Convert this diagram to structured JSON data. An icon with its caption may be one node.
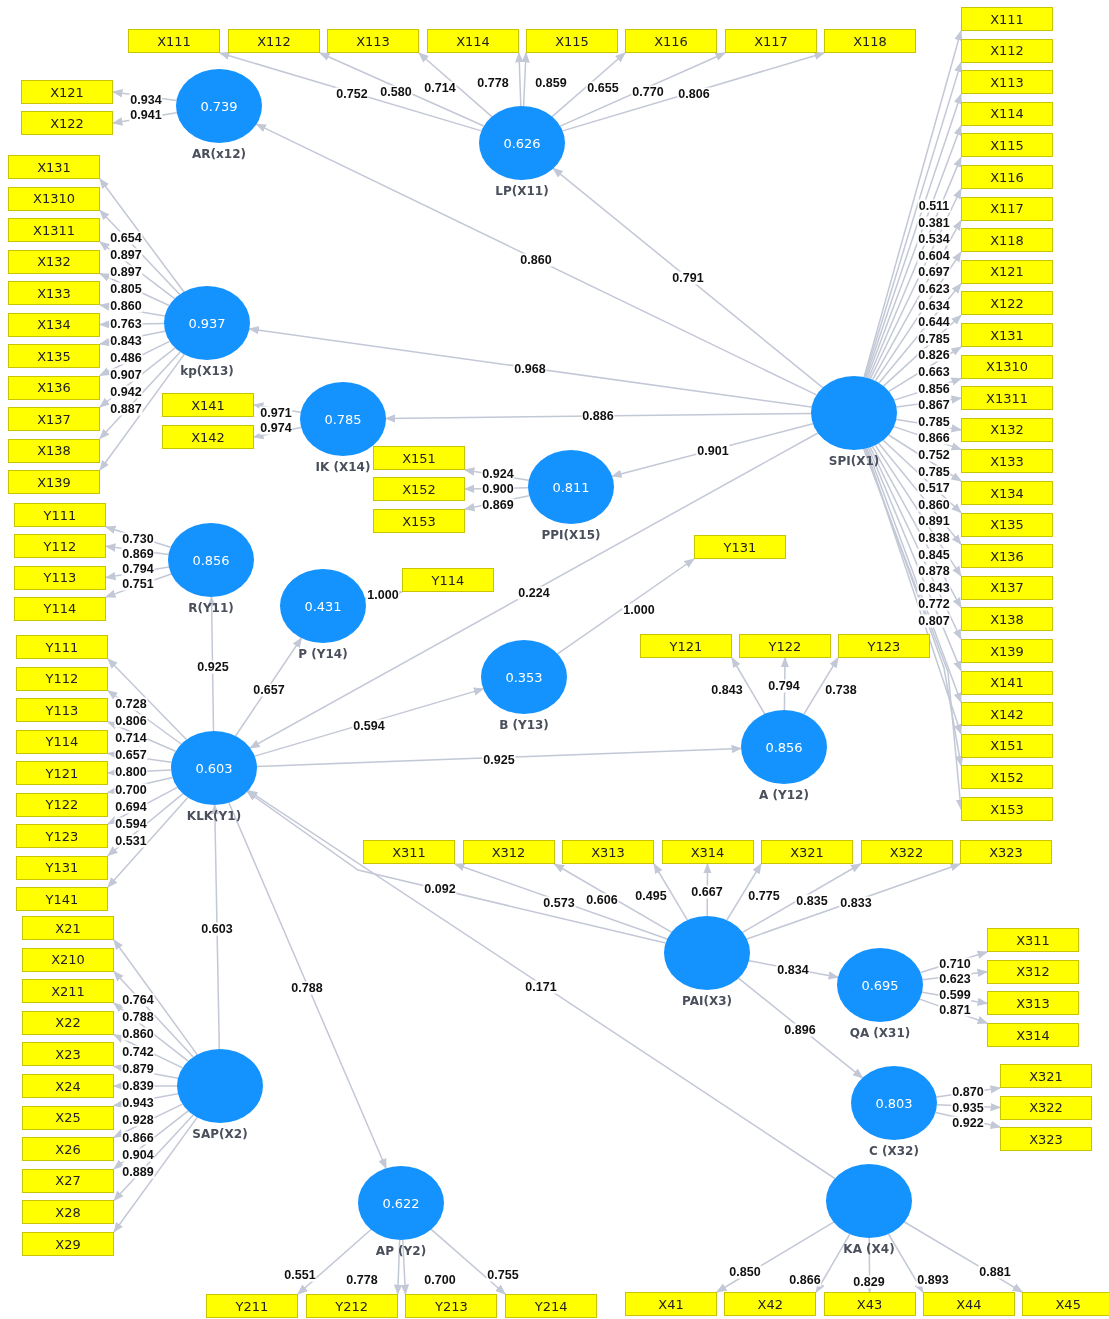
{
  "diagram": {
    "nodes": [
      {
        "text": [
          "X111"
        ]
      },
      {
        "text": [
          "X112"
        ]
      },
      {
        "text": [
          "X113"
        ]
      },
      {
        "text": [
          "X114"
        ]
      },
      {
        "text": [
          "X115"
        ]
      },
      {
        "text": [
          "X116"
        ]
      },
      {
        "text": [
          "X117"
        ]
      },
      {
        "text": [
          "X118"
        ]
      },
      {
        "text": [
          "0.739",
          "AR(x12)"
        ]
      },
      {
        "text": [
          "0.626",
          "LP(X11)"
        ]
      },
      {
        "text": [
          "X111"
        ]
      },
      {
        "text": [
          "X112"
        ]
      },
      {
        "text": [
          "X113"
        ]
      },
      {
        "text": [
          "X114"
        ]
      },
      {
        "text": [
          "X115"
        ]
      },
      {
        "text": [
          "X116"
        ]
      },
      {
        "text": [
          "X117"
        ]
      },
      {
        "text": [
          "X118"
        ]
      },
      {
        "text": [
          "X121"
        ]
      },
      {
        "text": [
          "X122"
        ]
      },
      {
        "text": [
          "X131"
        ]
      },
      {
        "text": [
          "X1310"
        ]
      },
      {
        "text": [
          "X1311"
        ]
      },
      {
        "text": [
          "X132"
        ]
      },
      {
        "text": [
          "X133"
        ]
      },
      {
        "text": [
          "X134"
        ]
      },
      {
        "text": [
          "X135"
        ]
      },
      {
        "text": [
          "X136"
        ]
      },
      {
        "text": [
          "X137"
        ]
      },
      {
        "text": [
          "X138"
        ]
      },
      {
        "text": [
          "X139"
        ]
      },
      {
        "text": [
          "X141"
        ]
      },
      {
        "text": [
          "X142"
        ]
      },
      {
        "text": [
          "X151"
        ]
      },
      {
        "text": [
          "X152"
        ]
      },
      {
        "text": [
          "X153"
        ]
      },
      {
        "text": [
          "X121"
        ]
      },
      {
        "text": [
          "X122"
        ]
      },
      {
        "text": [
          "X131"
        ]
      },
      {
        "text": [
          "X1310"
        ]
      },
      {
        "text": [
          "X1311"
        ]
      },
      {
        "text": [
          "X132"
        ]
      },
      {
        "text": [
          "X133"
        ]
      },
      {
        "text": [
          "X134"
        ]
      },
      {
        "text": [
          "X135"
        ]
      },
      {
        "text": [
          "X136"
        ]
      },
      {
        "text": [
          "X137"
        ]
      },
      {
        "text": [
          "X138"
        ]
      },
      {
        "text": [
          "X139"
        ]
      },
      {
        "text": [
          "0.937",
          "kp(X13)"
        ]
      },
      {
        "text": [
          "X141"
        ]
      },
      {
        "text": [
          "X142"
        ]
      },
      {
        "text": [
          "0.785",
          "IK (X14)"
        ]
      },
      {
        "text": [
          "SPI(X1)"
        ]
      },
      {
        "text": [
          "X151"
        ]
      },
      {
        "text": [
          "X152"
        ]
      },
      {
        "text": [
          "X153"
        ]
      },
      {
        "text": [
          "0.811",
          "PPI(X15)"
        ]
      },
      {
        "text": [
          "Y111"
        ]
      },
      {
        "text": [
          "Y112"
        ]
      },
      {
        "text": [
          "Y113"
        ]
      },
      {
        "text": [
          "Y114"
        ]
      },
      {
        "text": [
          "0.856",
          "R(Y11)"
        ]
      },
      {
        "text": [
          "0.431",
          "P (Y14)"
        ]
      },
      {
        "text": [
          "Y114"
        ]
      },
      {
        "text": [
          "Y131"
        ]
      },
      {
        "text": [
          "0.353",
          "B (Y13)"
        ]
      },
      {
        "text": [
          "Y121"
        ]
      },
      {
        "text": [
          "Y122"
        ]
      },
      {
        "text": [
          "Y123"
        ]
      },
      {
        "text": [
          "0.856",
          "A (Y12)"
        ]
      },
      {
        "text": [
          "Y111"
        ]
      },
      {
        "text": [
          "Y112"
        ]
      },
      {
        "text": [
          "Y113"
        ]
      },
      {
        "text": [
          "Y114"
        ]
      },
      {
        "text": [
          "Y121"
        ]
      },
      {
        "text": [
          "Y122"
        ]
      },
      {
        "text": [
          "Y123"
        ]
      },
      {
        "text": [
          "Y131"
        ]
      },
      {
        "text": [
          "Y141"
        ]
      },
      {
        "text": [
          "0.603",
          "KLK(Y1)"
        ]
      },
      {
        "text": [
          "X311"
        ]
      },
      {
        "text": [
          "X312"
        ]
      },
      {
        "text": [
          "X313"
        ]
      },
      {
        "text": [
          "X314"
        ]
      },
      {
        "text": [
          "X321"
        ]
      },
      {
        "text": [
          "X322"
        ]
      },
      {
        "text": [
          "X323"
        ]
      },
      {
        "text": [
          "PAI(X3)"
        ]
      },
      {
        "text": [
          "0.695",
          "QA (X31)"
        ]
      },
      {
        "text": [
          "X311"
        ]
      },
      {
        "text": [
          "X312"
        ]
      },
      {
        "text": [
          "X313"
        ]
      },
      {
        "text": [
          "X314"
        ]
      },
      {
        "text": [
          "X21"
        ]
      },
      {
        "text": [
          "X210"
        ]
      },
      {
        "text": [
          "X211"
        ]
      },
      {
        "text": [
          "X22"
        ]
      },
      {
        "text": [
          "X23"
        ]
      },
      {
        "text": [
          "X24"
        ]
      },
      {
        "text": [
          "X25"
        ]
      },
      {
        "text": [
          "X26"
        ]
      },
      {
        "text": [
          "X27"
        ]
      },
      {
        "text": [
          "X28"
        ]
      },
      {
        "text": [
          "X29"
        ]
      },
      {
        "text": [
          "SAP(X2)"
        ]
      },
      {
        "text": [
          "0.803",
          "C (X32)"
        ]
      },
      {
        "text": [
          "X321"
        ]
      },
      {
        "text": [
          "X322"
        ]
      },
      {
        "text": [
          "X323"
        ]
      },
      {
        "text": [
          "0.622",
          "AP (Y2)"
        ]
      },
      {
        "text": [
          "KA (X4)"
        ]
      },
      {
        "text": [
          "Y211"
        ]
      },
      {
        "text": [
          "Y212"
        ]
      },
      {
        "text": [
          "Y213"
        ]
      },
      {
        "text": [
          "Y214"
        ]
      },
      {
        "text": [
          "X41"
        ]
      },
      {
        "text": [
          "X42"
        ]
      },
      {
        "text": [
          "X43"
        ]
      },
      {
        "text": [
          "X44"
        ]
      },
      {
        "text": [
          "X45"
        ]
      }
    ],
    "edges": [
      {
        "from": 9,
        "to": 0,
        "arrow": "to",
        "label": "0.752"
      },
      {
        "from": 9,
        "to": 1,
        "arrow": "to",
        "label": "0.580"
      },
      {
        "from": 9,
        "to": 2,
        "arrow": "to",
        "label": "0.714"
      },
      {
        "from": 9,
        "to": 3,
        "arrow": "to",
        "label": "0.778"
      },
      {
        "from": 9,
        "to": 4,
        "arrow": "to",
        "label": "0.859"
      },
      {
        "from": 9,
        "to": 5,
        "arrow": "to",
        "label": "0.655"
      },
      {
        "from": 9,
        "to": 6,
        "arrow": "to",
        "label": "0.770"
      },
      {
        "from": 9,
        "to": 7,
        "arrow": "to",
        "label": "0.806"
      },
      {
        "from": 8,
        "to": 36,
        "arrow": "to",
        "label": "0.934"
      },
      {
        "from": 8,
        "to": 37,
        "arrow": "to",
        "label": "0.941"
      },
      {
        "from": 53,
        "to": 10,
        "arrow": "to",
        "label": "0.511"
      },
      {
        "from": 53,
        "to": 11,
        "arrow": "to",
        "label": "0.381"
      },
      {
        "from": 53,
        "to": 12,
        "arrow": "to",
        "label": "0.534"
      },
      {
        "from": 53,
        "to": 13,
        "arrow": "to",
        "label": "0.604"
      },
      {
        "from": 53,
        "to": 14,
        "arrow": "to",
        "label": "0.697"
      },
      {
        "from": 53,
        "to": 15,
        "arrow": "to",
        "label": "0.623"
      },
      {
        "from": 53,
        "to": 16,
        "arrow": "to",
        "label": "0.634"
      },
      {
        "from": 53,
        "to": 17,
        "arrow": "to",
        "label": "0.644"
      },
      {
        "from": 53,
        "to": 18,
        "arrow": "to",
        "label": "0.785"
      },
      {
        "from": 53,
        "to": 19,
        "arrow": "to",
        "label": "0.826"
      },
      {
        "from": 53,
        "to": 20,
        "arrow": "to",
        "label": "0.663"
      },
      {
        "from": 53,
        "to": 21,
        "arrow": "to",
        "label": "0.856"
      },
      {
        "from": 53,
        "to": 22,
        "arrow": "to",
        "label": "0.867"
      },
      {
        "from": 53,
        "to": 23,
        "arrow": "to",
        "label": "0.785"
      },
      {
        "from": 53,
        "to": 24,
        "arrow": "to",
        "label": "0.866"
      },
      {
        "from": 53,
        "to": 25,
        "arrow": "to",
        "label": "0.752"
      },
      {
        "from": 53,
        "to": 26,
        "arrow": "to",
        "label": "0.785"
      },
      {
        "from": 53,
        "to": 27,
        "arrow": "to",
        "label": "0.517"
      },
      {
        "from": 53,
        "to": 28,
        "arrow": "to",
        "label": "0.860"
      },
      {
        "from": 53,
        "to": 29,
        "arrow": "to",
        "label": "0.891"
      },
      {
        "from": 53,
        "to": 30,
        "arrow": "to",
        "label": "0.838"
      },
      {
        "from": 53,
        "to": 31,
        "arrow": "to",
        "label": "0.845"
      },
      {
        "from": 53,
        "to": 32,
        "arrow": "to",
        "label": "0.878"
      },
      {
        "from": 53,
        "to": 33,
        "arrow": "to",
        "label": "0.843"
      },
      {
        "from": 53,
        "to": 34,
        "arrow": "to",
        "label": "0.772"
      },
      {
        "from": 53,
        "to": 35,
        "arrow": "to",
        "label": "0.807"
      },
      {
        "from": 49,
        "to": 38,
        "arrow": "to",
        "label": "0.654"
      },
      {
        "from": 49,
        "to": 39,
        "arrow": "to",
        "label": "0.897"
      },
      {
        "from": 49,
        "to": 40,
        "arrow": "to",
        "label": "0.897"
      },
      {
        "from": 49,
        "to": 41,
        "arrow": "to",
        "label": "0.805"
      },
      {
        "from": 49,
        "to": 42,
        "arrow": "to",
        "label": "0.860"
      },
      {
        "from": 49,
        "to": 43,
        "arrow": "to",
        "label": "0.763"
      },
      {
        "from": 49,
        "to": 44,
        "arrow": "to",
        "label": "0.843"
      },
      {
        "from": 49,
        "to": 45,
        "arrow": "to",
        "label": "0.486"
      },
      {
        "from": 49,
        "to": 46,
        "arrow": "to",
        "label": "0.907"
      },
      {
        "from": 49,
        "to": 47,
        "arrow": "to",
        "label": "0.942"
      },
      {
        "from": 49,
        "to": 48,
        "arrow": "to",
        "label": "0.887"
      },
      {
        "from": 52,
        "to": 50,
        "arrow": "to",
        "label": "0.971"
      },
      {
        "from": 52,
        "to": 51,
        "arrow": "to",
        "label": "0.974"
      },
      {
        "from": 57,
        "to": 54,
        "arrow": "to",
        "label": "0.924"
      },
      {
        "from": 57,
        "to": 55,
        "arrow": "to",
        "label": "0.900"
      },
      {
        "from": 57,
        "to": 56,
        "arrow": "to",
        "label": "0.869"
      },
      {
        "from": 53,
        "to": 9,
        "arrow": "to",
        "label": "0.791"
      },
      {
        "from": 53,
        "to": 8,
        "arrow": "to",
        "label": "0.860"
      },
      {
        "from": 53,
        "to": 49,
        "arrow": "to",
        "label": "0.968"
      },
      {
        "from": 53,
        "to": 52,
        "arrow": "to",
        "label": "0.886"
      },
      {
        "from": 53,
        "to": 57,
        "arrow": "to",
        "label": "0.901"
      },
      {
        "from": 53,
        "to": 80,
        "arrow": "to",
        "label": "0.224"
      },
      {
        "from": 62,
        "to": 58,
        "arrow": "to",
        "label": "0.730"
      },
      {
        "from": 62,
        "to": 59,
        "arrow": "to",
        "label": "0.869"
      },
      {
        "from": 62,
        "to": 60,
        "arrow": "to",
        "label": "0.794"
      },
      {
        "from": 62,
        "to": 61,
        "arrow": "to",
        "label": "0.751"
      },
      {
        "from": 63,
        "to": 64,
        "arrow": "to",
        "label": "1.000"
      },
      {
        "from": 66,
        "to": 65,
        "arrow": "to",
        "label": "1.000"
      },
      {
        "from": 70,
        "to": 67,
        "arrow": "to",
        "label": "0.843"
      },
      {
        "from": 70,
        "to": 68,
        "arrow": "to",
        "label": "0.794"
      },
      {
        "from": 70,
        "to": 69,
        "arrow": "to",
        "label": "0.738"
      },
      {
        "from": 80,
        "to": 62,
        "arrow": "to",
        "label": "0.925"
      },
      {
        "from": 80,
        "to": 63,
        "arrow": "to",
        "label": "0.657"
      },
      {
        "from": 80,
        "to": 66,
        "arrow": "to",
        "label": "0.594"
      },
      {
        "from": 80,
        "to": 70,
        "arrow": "to",
        "label": "0.925"
      },
      {
        "from": 80,
        "to": 71,
        "arrow": "to",
        "label": "0.728"
      },
      {
        "from": 80,
        "to": 72,
        "arrow": "to",
        "label": "0.806"
      },
      {
        "from": 80,
        "to": 73,
        "arrow": "to",
        "label": "0.714"
      },
      {
        "from": 80,
        "to": 74,
        "arrow": "to",
        "label": "0.657"
      },
      {
        "from": 80,
        "to": 75,
        "arrow": "to",
        "label": "0.800"
      },
      {
        "from": 80,
        "to": 76,
        "arrow": "to",
        "label": "0.700"
      },
      {
        "from": 80,
        "to": 77,
        "arrow": "to",
        "label": "0.694"
      },
      {
        "from": 80,
        "to": 78,
        "arrow": "to",
        "label": "0.594"
      },
      {
        "from": 80,
        "to": 79,
        "arrow": "to",
        "label": "0.531"
      },
      {
        "from": 105,
        "to": 80,
        "arrow": "to",
        "label": "0.603"
      },
      {
        "from": 88,
        "to": 80,
        "arrow": "to",
        "label": "0.092"
      },
      {
        "from": 111,
        "to": 80,
        "arrow": "to",
        "label": "0.171"
      },
      {
        "from": 80,
        "to": 110,
        "arrow": "to",
        "label": "0.788"
      },
      {
        "from": 88,
        "to": 81,
        "arrow": "to",
        "label": "0.573"
      },
      {
        "from": 88,
        "to": 82,
        "arrow": "to",
        "label": "0.606"
      },
      {
        "from": 88,
        "to": 83,
        "arrow": "to",
        "label": "0.495"
      },
      {
        "from": 88,
        "to": 84,
        "arrow": "to",
        "label": "0.667"
      },
      {
        "from": 88,
        "to": 85,
        "arrow": "to",
        "label": "0.775"
      },
      {
        "from": 88,
        "to": 86,
        "arrow": "to",
        "label": "0.835"
      },
      {
        "from": 88,
        "to": 87,
        "arrow": "to",
        "label": "0.833"
      },
      {
        "from": 88,
        "to": 89,
        "arrow": "to",
        "label": "0.834"
      },
      {
        "from": 88,
        "to": 106,
        "arrow": "to",
        "label": "0.896"
      },
      {
        "from": 89,
        "to": 90,
        "arrow": "to",
        "label": "0.710"
      },
      {
        "from": 89,
        "to": 91,
        "arrow": "to",
        "label": "0.623"
      },
      {
        "from": 89,
        "to": 92,
        "arrow": "to",
        "label": "0.599"
      },
      {
        "from": 89,
        "to": 93,
        "arrow": "to",
        "label": "0.871"
      },
      {
        "from": 105,
        "to": 94,
        "arrow": "to",
        "label": "0.764"
      },
      {
        "from": 105,
        "to": 95,
        "arrow": "to",
        "label": "0.788"
      },
      {
        "from": 105,
        "to": 96,
        "arrow": "to",
        "label": "0.860"
      },
      {
        "from": 105,
        "to": 97,
        "arrow": "to",
        "label": "0.742"
      },
      {
        "from": 105,
        "to": 98,
        "arrow": "to",
        "label": "0.879"
      },
      {
        "from": 105,
        "to": 99,
        "arrow": "to",
        "label": "0.839"
      },
      {
        "from": 105,
        "to": 100,
        "arrow": "to",
        "label": "0.943"
      },
      {
        "from": 105,
        "to": 101,
        "arrow": "to",
        "label": "0.928"
      },
      {
        "from": 105,
        "to": 102,
        "arrow": "to",
        "label": "0.866"
      },
      {
        "from": 105,
        "to": 103,
        "arrow": "to",
        "label": "0.904"
      },
      {
        "from": 105,
        "to": 104,
        "arrow": "to",
        "label": "0.889"
      },
      {
        "from": 106,
        "to": 107,
        "arrow": "to",
        "label": "0.870"
      },
      {
        "from": 106,
        "to": 108,
        "arrow": "to",
        "label": "0.935"
      },
      {
        "from": 106,
        "to": 109,
        "arrow": "to",
        "label": "0.922"
      },
      {
        "from": 110,
        "to": 112,
        "arrow": "to",
        "label": "0.551"
      },
      {
        "from": 110,
        "to": 113,
        "arrow": "to",
        "label": "0.778"
      },
      {
        "from": 110,
        "to": 114,
        "arrow": "to",
        "label": "0.700"
      },
      {
        "from": 110,
        "to": 115,
        "arrow": "to",
        "label": "0.755"
      },
      {
        "from": 111,
        "to": 116,
        "arrow": "to",
        "label": "0.850"
      },
      {
        "from": 111,
        "to": 117,
        "arrow": "to",
        "label": "0.866"
      },
      {
        "from": 111,
        "to": 118,
        "arrow": "to",
        "label": "0.829"
      },
      {
        "from": 111,
        "to": 119,
        "arrow": "to",
        "label": "0.893"
      },
      {
        "from": 111,
        "to": 120,
        "arrow": "to",
        "label": "0.881"
      }
    ]
  }
}
